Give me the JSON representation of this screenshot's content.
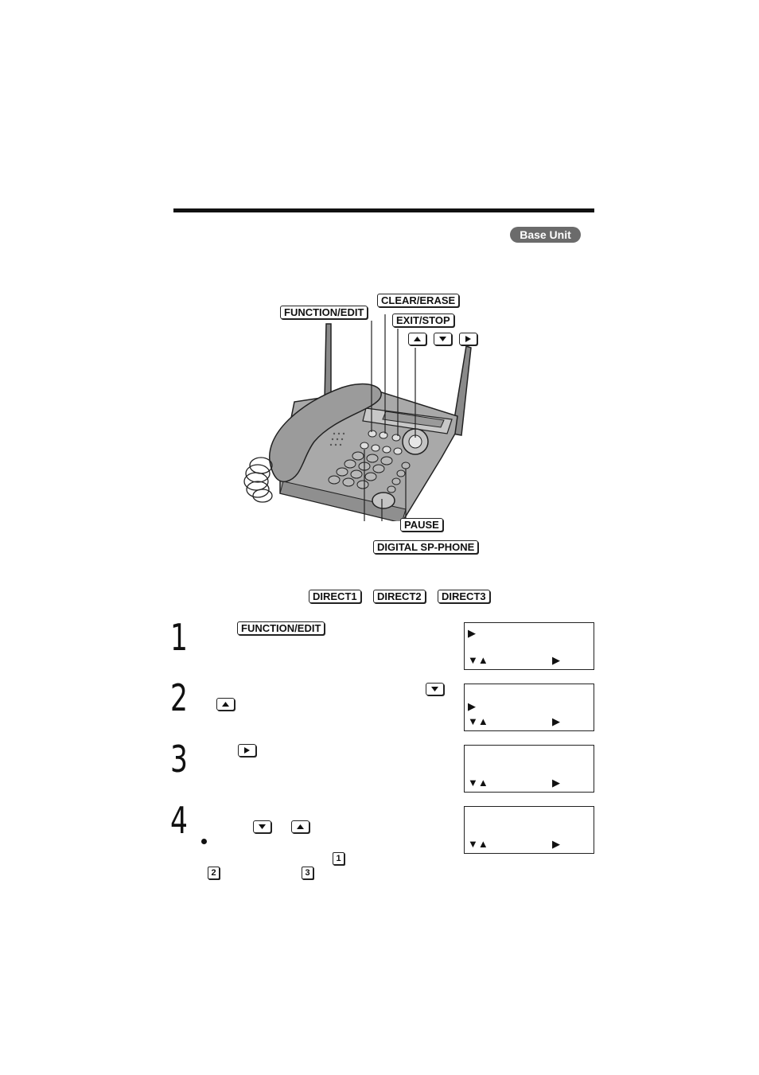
{
  "header": {
    "badge": "Base Unit"
  },
  "diagram": {
    "labels": {
      "function_edit": "FUNCTION/EDIT",
      "clear_erase": "CLEAR/ERASE",
      "exit_stop": "EXIT/STOP",
      "pause": "PAUSE",
      "digital_sp_phone": "DIGITAL SP-PHONE",
      "direct1": "DIRECT1",
      "direct2": "DIRECT2",
      "direct3": "DIRECT3"
    },
    "nav_icons": [
      "up-arrow-icon",
      "down-arrow-icon",
      "right-arrow-icon"
    ]
  },
  "steps": [
    {
      "number": "1",
      "key": "FUNCTION/EDIT"
    },
    {
      "number": "2",
      "icons": [
        "down-arrow-icon",
        "up-arrow-icon"
      ]
    },
    {
      "number": "3",
      "icons": [
        "right-arrow-icon"
      ]
    },
    {
      "number": "4",
      "icons": [
        "down-arrow-icon",
        "up-arrow-icon"
      ],
      "number_keys": [
        "1",
        "2",
        "3"
      ]
    }
  ],
  "lcd_symbols": {
    "cursor": "▶",
    "updown": "▼▲",
    "right": "▶"
  }
}
